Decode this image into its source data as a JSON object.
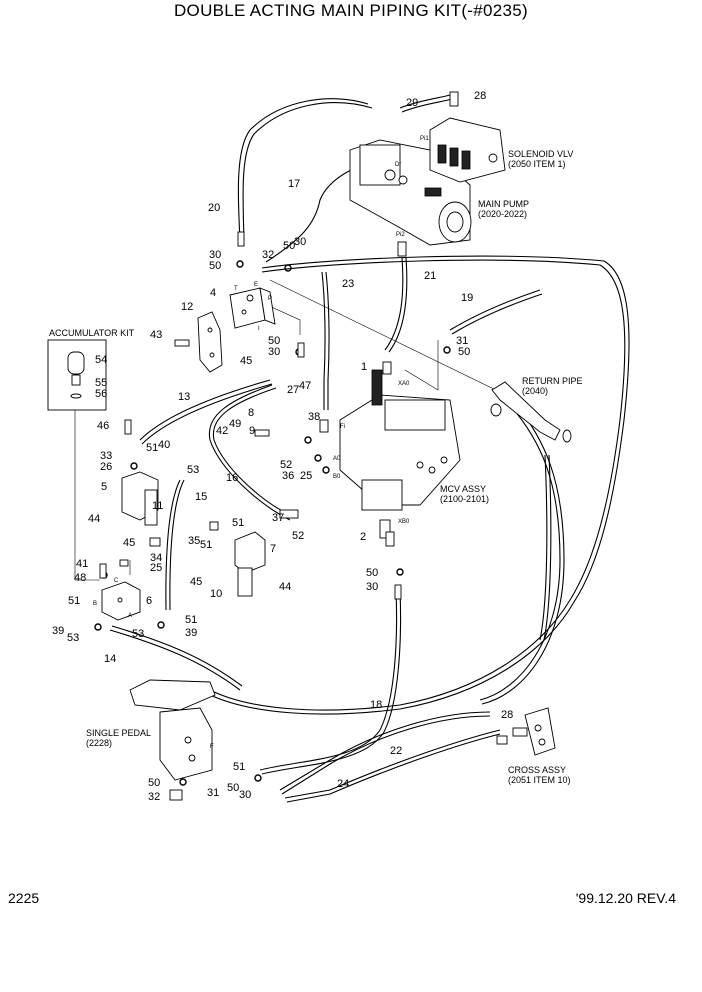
{
  "title": "DOUBLE ACTING MAIN PIPING KIT(-#0235)",
  "footer": {
    "page_number": "2225",
    "revision": "'99.12.20 REV.4"
  },
  "assembly_labels": {
    "accumulator_kit": "ACCUMULATOR KIT",
    "solenoid_vlv": [
      "SOLENOID VLV",
      "(2050 ITEM 1)"
    ],
    "main_pump": [
      "MAIN PUMP",
      "(2020-2022)"
    ],
    "return_pipe": [
      "RETURN PIPE",
      "(2040)"
    ],
    "mcv_assy": [
      "MCV ASSY",
      "(2100-2101)"
    ],
    "single_pedal": [
      "SINGLE PEDAL",
      "(2228)"
    ],
    "cross_assy": [
      "CROSS ASSY",
      "(2051 ITEM 10)"
    ]
  },
  "port_labels": [
    "Pi2",
    "XA0",
    "XB0",
    "Fi",
    "A0",
    "B0",
    "T",
    "P",
    "A",
    "B",
    "C",
    "E",
    "F",
    "I",
    "Dr",
    "Pi1"
  ],
  "callouts": [
    {
      "id": "c1",
      "text": "1"
    },
    {
      "id": "c2",
      "text": "2"
    },
    {
      "id": "c4",
      "text": "4"
    },
    {
      "id": "c5",
      "text": "5"
    },
    {
      "id": "c6",
      "text": "6"
    },
    {
      "id": "c7",
      "text": "7"
    },
    {
      "id": "c8",
      "text": "8"
    },
    {
      "id": "c9",
      "text": "9"
    },
    {
      "id": "c10",
      "text": "10"
    },
    {
      "id": "c11",
      "text": "11"
    },
    {
      "id": "c12",
      "text": "12"
    },
    {
      "id": "c13",
      "text": "13"
    },
    {
      "id": "c14",
      "text": "14"
    },
    {
      "id": "c15",
      "text": "15"
    },
    {
      "id": "c16",
      "text": "16"
    },
    {
      "id": "c17",
      "text": "17"
    },
    {
      "id": "c18",
      "text": "18"
    },
    {
      "id": "c19",
      "text": "19"
    },
    {
      "id": "c20",
      "text": "20"
    },
    {
      "id": "c21",
      "text": "21"
    },
    {
      "id": "c22",
      "text": "22"
    },
    {
      "id": "c23",
      "text": "23"
    },
    {
      "id": "c24",
      "text": "24"
    },
    {
      "id": "c25a",
      "text": "25"
    },
    {
      "id": "c25b",
      "text": "25"
    },
    {
      "id": "c26",
      "text": "26"
    },
    {
      "id": "c27",
      "text": "27"
    },
    {
      "id": "c28a",
      "text": "28"
    },
    {
      "id": "c28b",
      "text": "28"
    },
    {
      "id": "c29",
      "text": "29"
    },
    {
      "id": "c30a",
      "text": "30"
    },
    {
      "id": "c30b",
      "text": "30"
    },
    {
      "id": "c30c",
      "text": "30"
    },
    {
      "id": "c30d",
      "text": "30"
    },
    {
      "id": "c30e",
      "text": "30"
    },
    {
      "id": "c31a",
      "text": "31"
    },
    {
      "id": "c31b",
      "text": "31"
    },
    {
      "id": "c32a",
      "text": "32"
    },
    {
      "id": "c32b",
      "text": "32"
    },
    {
      "id": "c33",
      "text": "33"
    },
    {
      "id": "c34",
      "text": "34"
    },
    {
      "id": "c35",
      "text": "35"
    },
    {
      "id": "c36",
      "text": "36"
    },
    {
      "id": "c37",
      "text": "37"
    },
    {
      "id": "c38",
      "text": "38"
    },
    {
      "id": "c39a",
      "text": "39"
    },
    {
      "id": "c39b",
      "text": "39"
    },
    {
      "id": "c40",
      "text": "40"
    },
    {
      "id": "c41",
      "text": "41"
    },
    {
      "id": "c42",
      "text": "42"
    },
    {
      "id": "c43",
      "text": "43"
    },
    {
      "id": "c44a",
      "text": "44"
    },
    {
      "id": "c44b",
      "text": "44"
    },
    {
      "id": "c45a",
      "text": "45"
    },
    {
      "id": "c45b",
      "text": "45"
    },
    {
      "id": "c45c",
      "text": "45"
    },
    {
      "id": "c46",
      "text": "46"
    },
    {
      "id": "c47",
      "text": "47"
    },
    {
      "id": "c48",
      "text": "48"
    },
    {
      "id": "c49",
      "text": "49"
    },
    {
      "id": "c50a",
      "text": "50"
    },
    {
      "id": "c50b",
      "text": "50"
    },
    {
      "id": "c50c",
      "text": "50"
    },
    {
      "id": "c50d",
      "text": "50"
    },
    {
      "id": "c50e",
      "text": "50"
    },
    {
      "id": "c50f",
      "text": "50"
    },
    {
      "id": "c50g",
      "text": "50"
    },
    {
      "id": "c51a",
      "text": "51"
    },
    {
      "id": "c51b",
      "text": "51"
    },
    {
      "id": "c51c",
      "text": "51"
    },
    {
      "id": "c51d",
      "text": "51"
    },
    {
      "id": "c51e",
      "text": "51"
    },
    {
      "id": "c51f",
      "text": "51"
    },
    {
      "id": "c52a",
      "text": "52"
    },
    {
      "id": "c52b",
      "text": "52"
    },
    {
      "id": "c53a",
      "text": "53"
    },
    {
      "id": "c53b",
      "text": "53"
    },
    {
      "id": "c53c",
      "text": "53"
    },
    {
      "id": "c54",
      "text": "54"
    },
    {
      "id": "c55",
      "text": "55"
    },
    {
      "id": "c56",
      "text": "56"
    }
  ]
}
